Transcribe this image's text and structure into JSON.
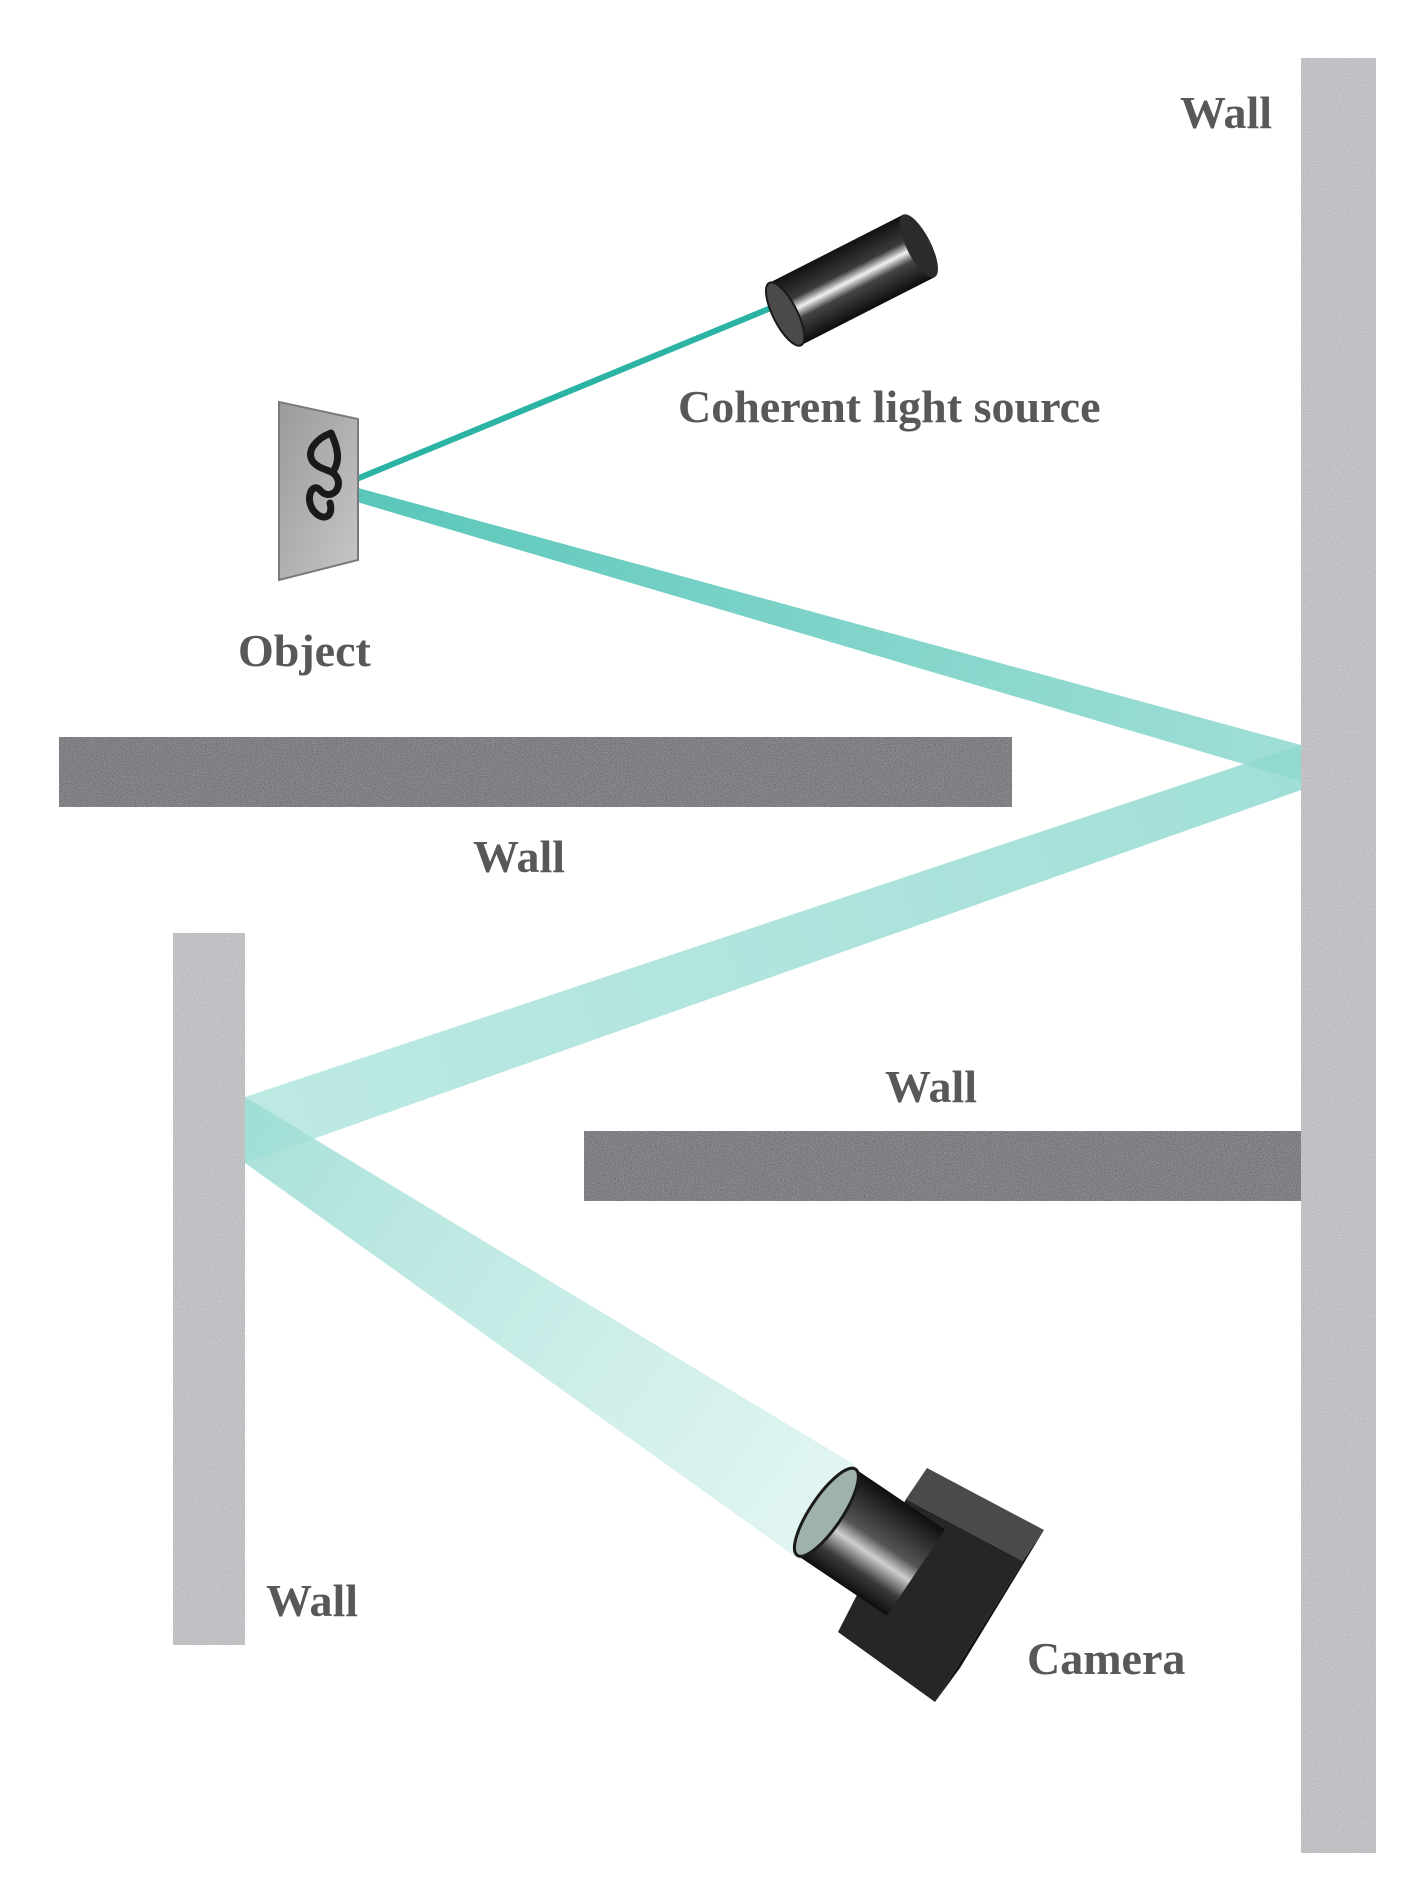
{
  "labels": {
    "wall_right": "Wall",
    "light_source": "Coherent light source",
    "object": "Object",
    "wall_upper": "Wall",
    "wall_lower": "Wall",
    "wall_left": "Wall",
    "camera": "Camera"
  },
  "colors": {
    "beam": "#2bb3a3",
    "beam_fill": "#8fd9d0",
    "wall_light": "#b5b6b9",
    "wall_dark": "#6d6e71",
    "label": "#58585a",
    "device_dark": "#1e1e1e"
  }
}
